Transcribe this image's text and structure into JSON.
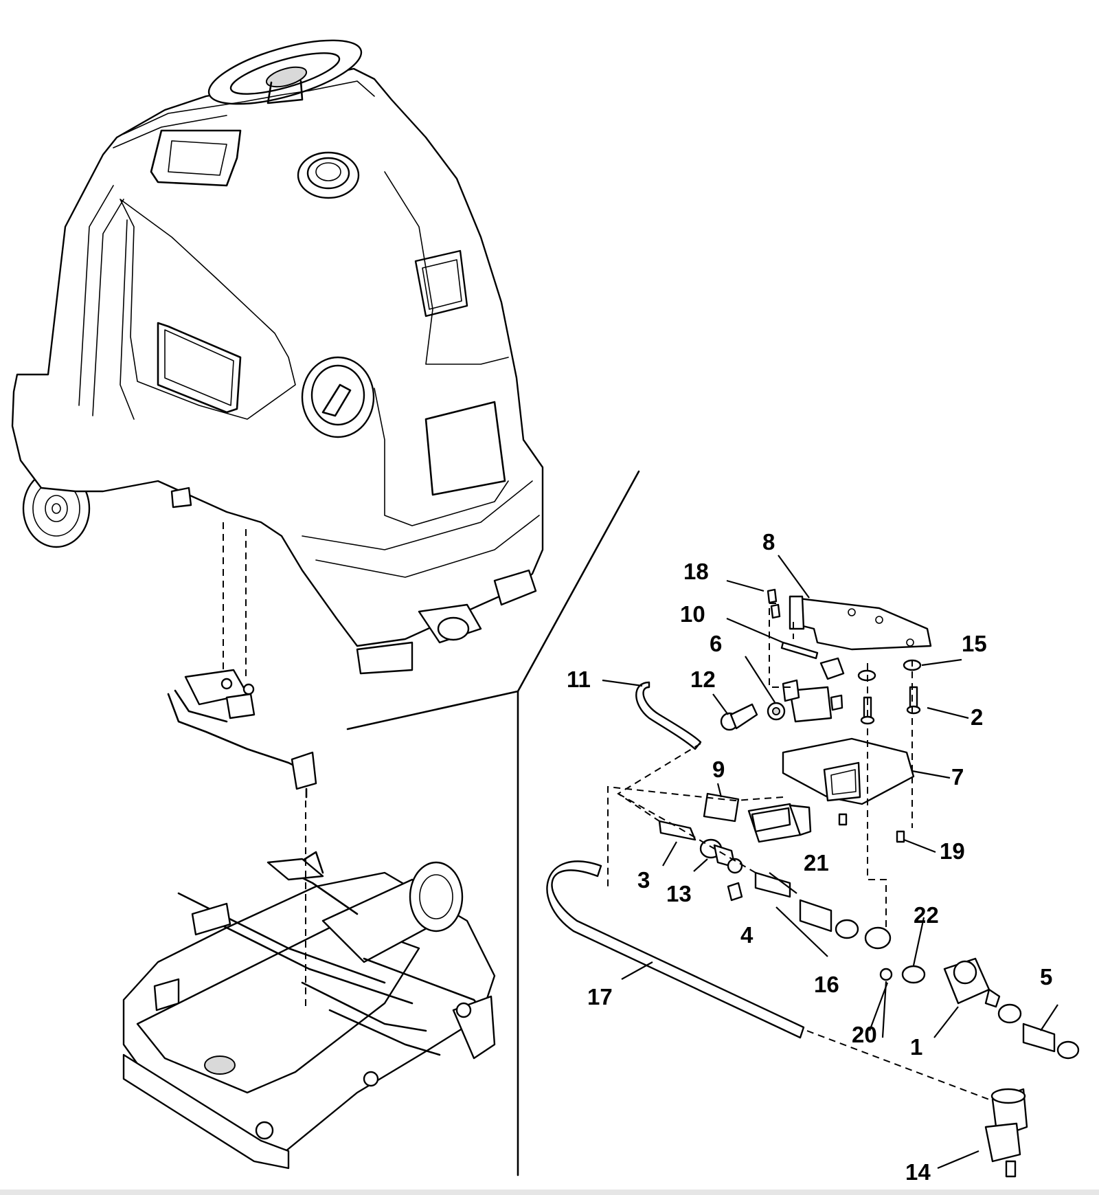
{
  "diagram": {
    "type": "exploded-parts-diagram",
    "callouts": [
      {
        "id": "c1",
        "label": "1"
      },
      {
        "id": "c2",
        "label": "2"
      },
      {
        "id": "c3",
        "label": "3"
      },
      {
        "id": "c4",
        "label": "4"
      },
      {
        "id": "c5",
        "label": "5"
      },
      {
        "id": "c6",
        "label": "6"
      },
      {
        "id": "c7",
        "label": "7"
      },
      {
        "id": "c8",
        "label": "8"
      },
      {
        "id": "c9",
        "label": "9"
      },
      {
        "id": "c10",
        "label": "10"
      },
      {
        "id": "c11",
        "label": "11"
      },
      {
        "id": "c12",
        "label": "12"
      },
      {
        "id": "c13",
        "label": "13"
      },
      {
        "id": "c14",
        "label": "14"
      },
      {
        "id": "c15",
        "label": "15"
      },
      {
        "id": "c16",
        "label": "16"
      },
      {
        "id": "c17",
        "label": "17"
      },
      {
        "id": "c18",
        "label": "18"
      },
      {
        "id": "c19",
        "label": "19"
      },
      {
        "id": "c20",
        "label": "20"
      },
      {
        "id": "c21",
        "label": "21"
      },
      {
        "id": "c22",
        "label": "22"
      }
    ]
  }
}
